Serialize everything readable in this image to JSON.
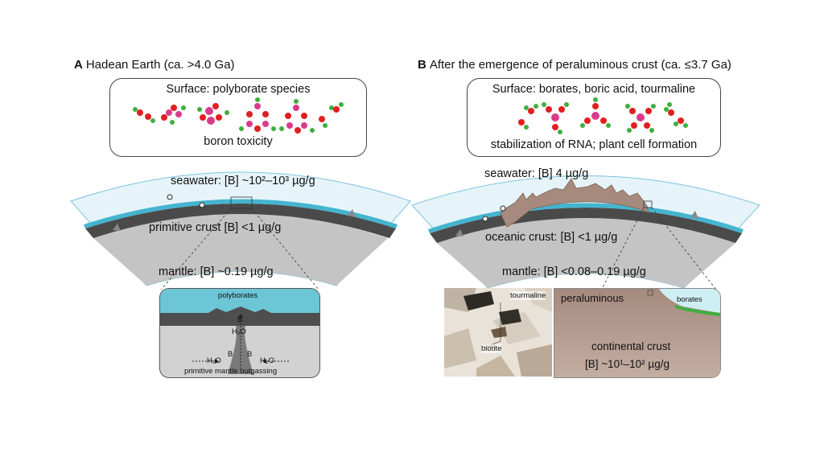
{
  "panel_a": {
    "letter": "A",
    "title": "Hadean Earth (ca. >4.0 Ga)",
    "box_top": "Surface: polyborate species",
    "box_bottom": "boron toxicity",
    "seawater": "seawater: [B] ~10²–10³ µg/g",
    "crust": "primitive crust [B] <1 µg/g",
    "mantle": "mantle: [B] ~0.19 µg/g",
    "inset": {
      "polyborates": "polyborates",
      "b_top": "B",
      "h2o_center": "H₂O",
      "b_left": "B",
      "b_right": "B",
      "h2o_left": "H₂O",
      "h2o_right": "H₂O",
      "outgassing": "primitive mantle outgassing"
    }
  },
  "panel_b": {
    "letter": "B",
    "title": "After the emergence of peraluminous crust (ca. ≤3.7 Ga)",
    "box_top": "Surface: borates, boric acid, tourmaline",
    "box_bottom": "stabilization of RNA; plant cell formation",
    "seawater": "seawater: [B] 4 µg/g",
    "crust": "oceanic crust: [B] <1 µg/g",
    "mantle": "mantle: [B] <0.08–0.19 µg/g",
    "photo": {
      "tourmaline": "tourmaline",
      "biotite": "biotite"
    },
    "inset": {
      "peraluminous": "peraluminous",
      "borates": "borates",
      "continental": "continental crust",
      "concentration": "[B] ~10¹–10² µg/g"
    }
  },
  "colors": {
    "seawater": "#45b4cf",
    "atmosphere": "#e4f3fa",
    "crust": "#4a4a4a",
    "mantle": "#bdbdbd",
    "continental": "#a3877a",
    "boron_atom": "#d93b8a",
    "oxygen_atom": "#e02020",
    "hydrogen_atom": "#3fae3f"
  }
}
